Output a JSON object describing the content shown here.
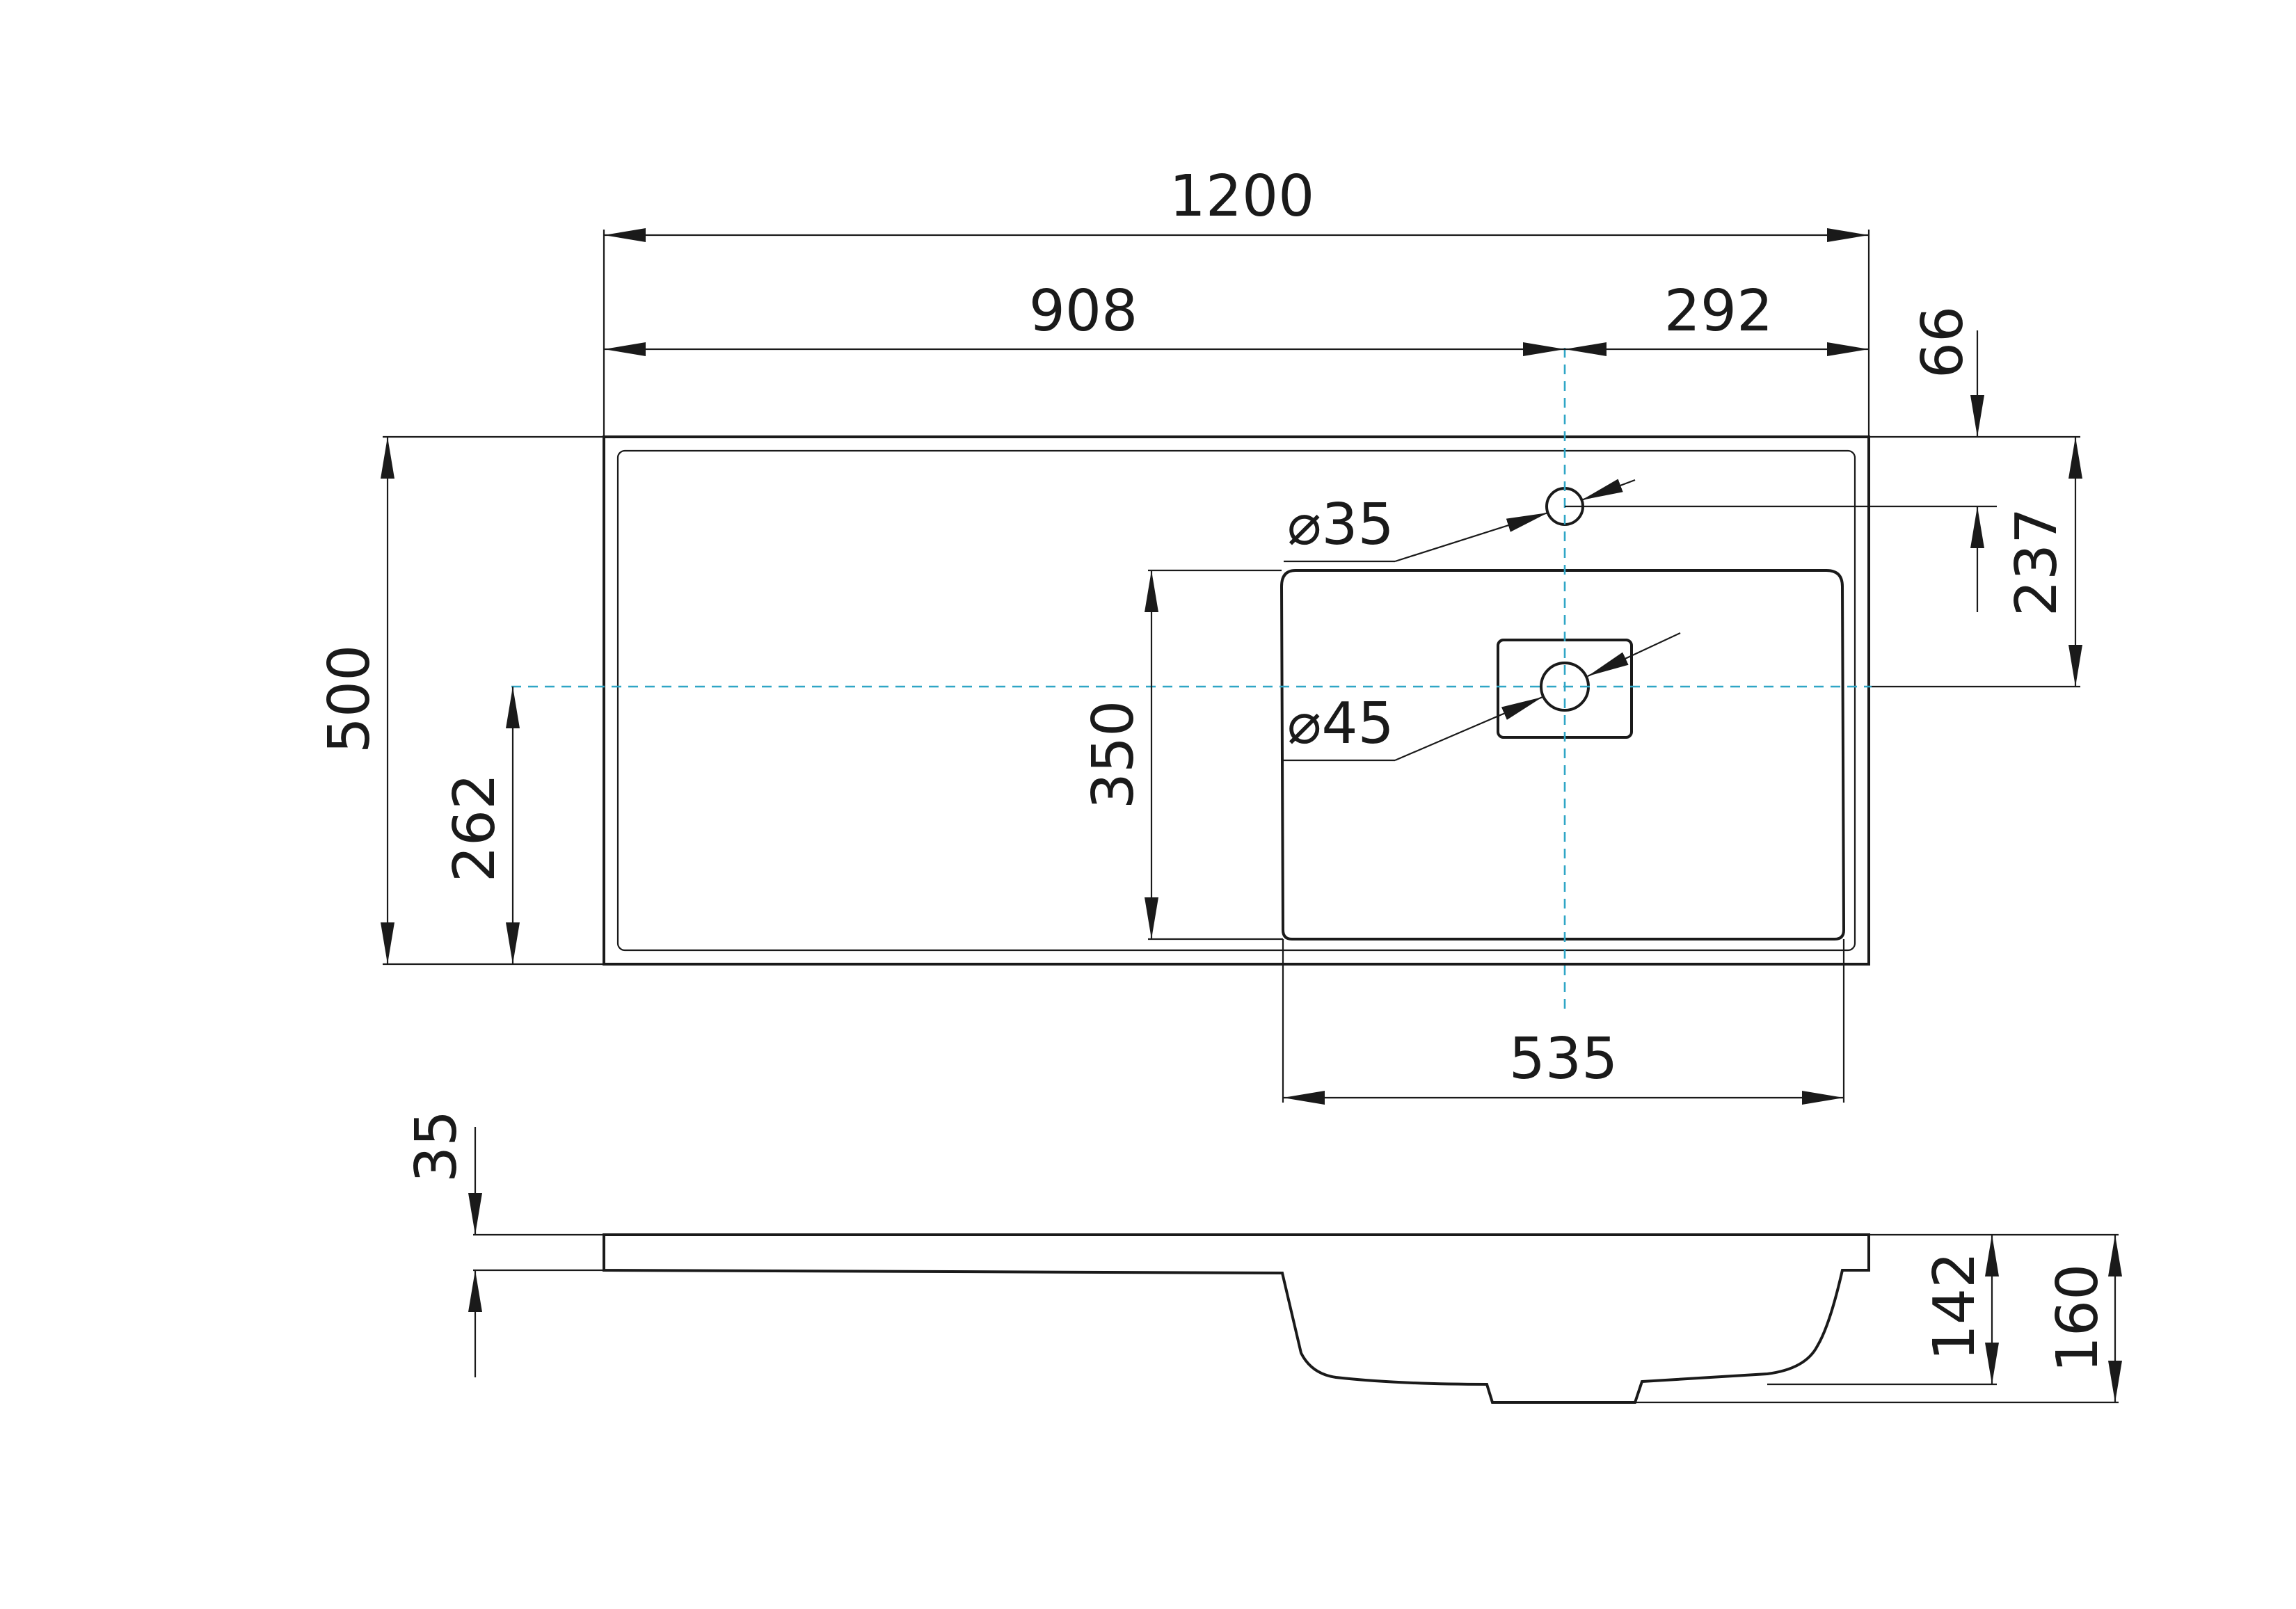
{
  "drawing": {
    "colors": {
      "line": "#1a1a1a",
      "centerline": "#2fa6c6",
      "background": "#ffffff"
    },
    "dimensions": {
      "overall_width": "1200",
      "left_to_tap": "908",
      "tap_to_right": "292",
      "tap_offset_top": "66",
      "drain_offset_top": "237",
      "overall_depth": "500",
      "drain_offset_bottom": "262",
      "bowl_depth": "350",
      "bowl_width": "535",
      "tap_hole_diameter": "⌀35",
      "drain_diameter": "⌀45",
      "top_thickness": "35",
      "bowl_height": "142",
      "overall_height": "160"
    }
  }
}
